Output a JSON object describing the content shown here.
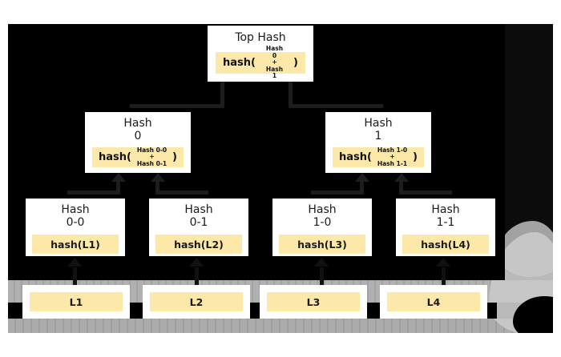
{
  "diagram": {
    "title": "Merkle tree (hash tree) diagram",
    "background_color": "#000000",
    "box_fill": "#ffffff",
    "hash_fill": "#fce8a8",
    "text_color": "#1a1a1a"
  },
  "root": {
    "title": "Top Hash",
    "fn": "hash(",
    "args": "Hash 0\n+\nHash 1",
    "close": ")"
  },
  "level1": [
    {
      "title": "Hash\n0",
      "fn": "hash(",
      "args": "Hash 0-0\n+\nHash 0-1",
      "close": ")"
    },
    {
      "title": "Hash\n1",
      "fn": "hash(",
      "args": "Hash 1-0\n+\nHash 1-1",
      "close": ")"
    }
  ],
  "level2": [
    {
      "title": "Hash\n0-0",
      "hash": "hash(L1)"
    },
    {
      "title": "Hash\n0-1",
      "hash": "hash(L2)"
    },
    {
      "title": "Hash\n1-0",
      "hash": "hash(L3)"
    },
    {
      "title": "Hash\n1-1",
      "hash": "hash(L4)"
    }
  ],
  "leaves": [
    {
      "label": "L1"
    },
    {
      "label": "L2"
    },
    {
      "label": "L3"
    },
    {
      "label": "L4"
    }
  ]
}
